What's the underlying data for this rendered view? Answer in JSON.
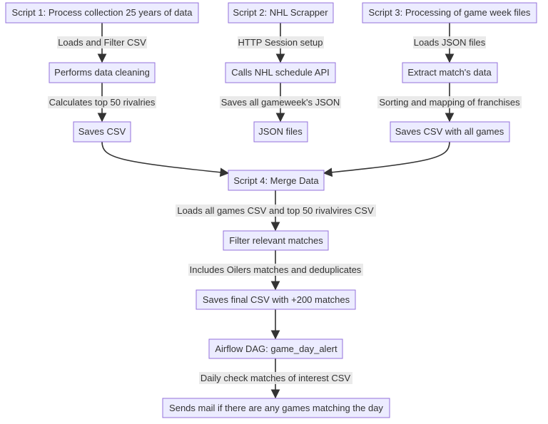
{
  "diagram": {
    "nodes": {
      "s1": "Script 1: Process collection 25 years of data",
      "s2": "Script 2: NHL Scrapper",
      "s3": "Script 3: Processing of game week files",
      "clean": "Performs data cleaning",
      "nhlapi": "Calls NHL schedule API",
      "extract": "Extract match's data",
      "savecsv": "Saves CSV",
      "json": "JSON files",
      "saveall": "Saves CSV with all games",
      "merge": "Script 4: Merge Data",
      "filter": "Filter relevant matches",
      "final": "Saves final CSV with +200 matches",
      "airflow": "Airflow DAG: game_day_alert",
      "mail": "Sends mail if there are any games matching the day"
    },
    "edge_labels": {
      "s1_clean": "Loads and Filter CSV",
      "clean_save": "Calculates top 50 rivalries",
      "s2_api": "HTTP Session setup",
      "api_json": "Saves all gameweek's JSON",
      "s3_extract": "Loads JSON files",
      "extract_save": "Sorting and mapping of franchises",
      "merge_filter": "Loads all games CSV and top 50 rivalvires CSV",
      "filter_final": "Includes Oilers matches and deduplicates",
      "airflow_mail": "Daily check matches of interest CSV"
    }
  }
}
